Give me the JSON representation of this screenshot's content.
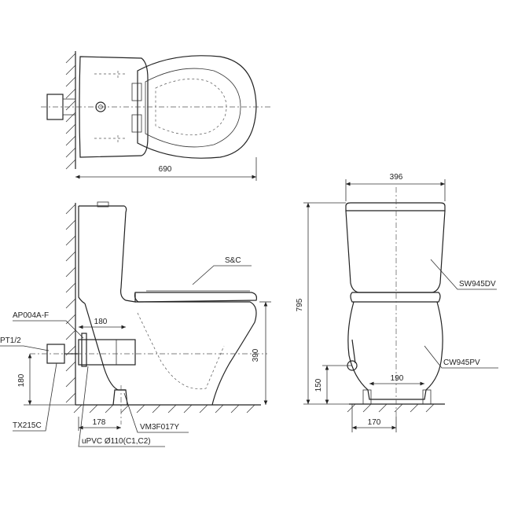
{
  "drawing": {
    "top_view": {
      "overall_width": "690"
    },
    "side_view": {
      "labels": {
        "seat_cover": "S&C",
        "valve": "AP004A-F",
        "pipe_thread": "PT1/2",
        "supply": "TX215C",
        "pvc": "uPVC Ø110(C1,C2)",
        "flange": "VM3F017Y"
      },
      "dims": {
        "d180_top": "180",
        "d390": "390",
        "d180_left": "180",
        "d178": "178"
      }
    },
    "front_view": {
      "labels": {
        "tank": "SW945DV",
        "bowl": "CW945PV"
      },
      "dims": {
        "width": "396",
        "height": "795",
        "d190": "190",
        "d150": "150",
        "d170": "170"
      }
    }
  }
}
